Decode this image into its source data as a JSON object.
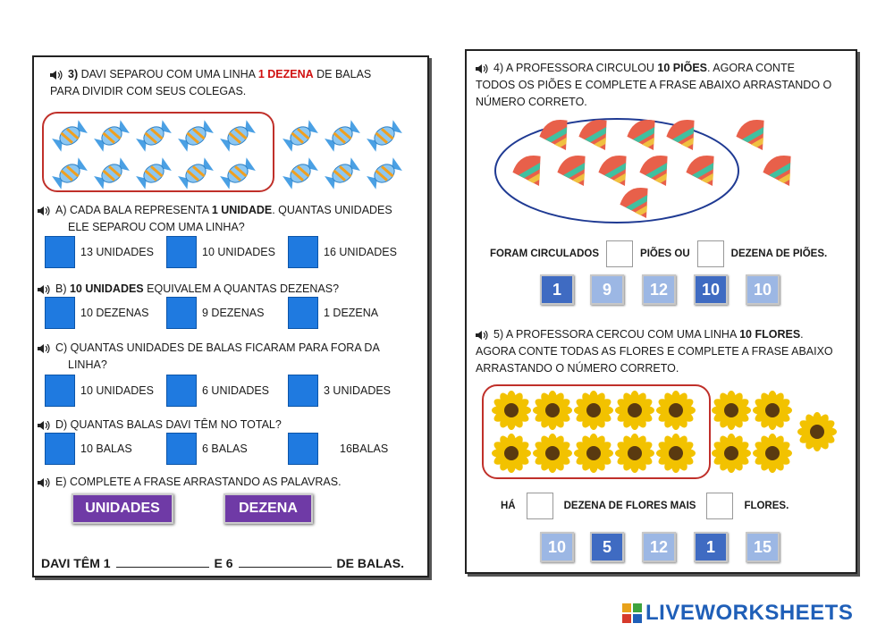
{
  "left": {
    "q3": {
      "num": "3)",
      "pre": "DAVI SEPAROU COM UMA LINHA",
      "hl": "1 DEZENA",
      "post": "DE BALAS",
      "line2": "PARA DIVIDIR COM SEUS COLEGAS."
    },
    "qa": {
      "pre": "A) CADA BALA REPRESENTA",
      "hl": "1 UNIDADE",
      "post": ". QUANTAS UNIDADES",
      "line2": "ELE SEPAROU COM UMA LINHA?",
      "options": [
        "13 UNIDADES",
        "10 UNIDADES",
        "16 UNIDADES"
      ]
    },
    "qb": {
      "pre": "B)",
      "hl": "10 UNIDADES",
      "post": "EQUIVALEM A QUANTAS DEZENAS?",
      "options": [
        "10 DEZENAS",
        "9 DEZENAS",
        "1 DEZENA"
      ]
    },
    "qc": {
      "line1": "C) QUANTAS UNIDADES DE BALAS FICARAM PARA FORA DA",
      "line2": "LINHA?",
      "options": [
        "10 UNIDADES",
        "6 UNIDADES",
        "3  UNIDADES"
      ]
    },
    "qd": {
      "line1": "D) QUANTAS BALAS DAVI TÊM NO TOTAL?",
      "options": [
        "10 BALAS",
        "6 BALAS",
        "16BALAS"
      ]
    },
    "qe": {
      "line1": "E) COMPLETE A FRASE ARRASTANDO AS PALAVRAS.",
      "words": [
        "UNIDADES",
        "DEZENA"
      ]
    },
    "sentence": {
      "a": "DAVI TÊM 1",
      "b": "E 6",
      "c": "DE BALAS."
    }
  },
  "right": {
    "q4": {
      "pre": "4)  A PROFESSORA CIRCULOU",
      "hl": "10 PIÕES",
      "post": ". AGORA CONTE",
      "line2": "TODOS OS PIÕES E COMPLETE A FRASE ABAIXO ARRASTANDO O",
      "line3": "NÚMERO CORRETO."
    },
    "s4": {
      "a": "FORAM CIRCULADOS",
      "b": "PIÕES OU",
      "c": "DEZENA DE PIÕES."
    },
    "nums4": [
      "1",
      "9",
      "12",
      "10",
      "10"
    ],
    "q5": {
      "pre": "5)  A PROFESSORA CERCOU COM UMA LINHA",
      "hl": "10 FLORES",
      "post": ".",
      "line2": "AGORA CONTE TODAS AS FLORES E COMPLETE A FRASE ABAIXO",
      "line3": "ARRASTANDO O NÚMERO CORRETO."
    },
    "s5": {
      "a": "HÁ",
      "b": "DEZENA DE FLORES MAIS",
      "c": "FLORES."
    },
    "nums5": [
      "10",
      "5",
      "12",
      "1",
      "15"
    ]
  },
  "brand": {
    "text": "LIVEWORKSHEETS",
    "colors": {
      "brand": "#1f5fb8",
      "candy": "#5aa9e6",
      "flower": "#f2c200",
      "circle": "#c0302a",
      "oval": "#1f3a93"
    }
  }
}
